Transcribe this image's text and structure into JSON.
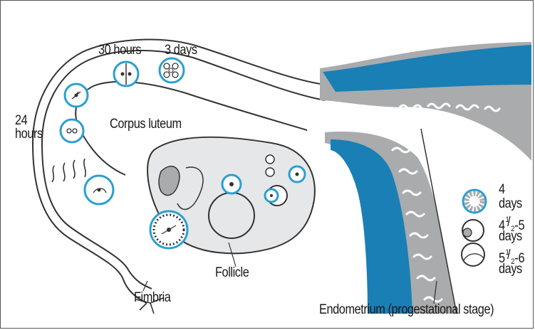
{
  "labels": {
    "hours30": "30 hours",
    "days3": "3 days",
    "hours24_a": "24",
    "hours24_b": "hours",
    "corpus_luteum": "Corpus luteum",
    "follicle": "Follicle",
    "fimbria": "Fimbria",
    "days4_a": "4",
    "days4_b": "days",
    "stage45_whole": "4",
    "stage45_num": "1",
    "stage45_den": "2",
    "stage45_rest": "-5",
    "stage45_b": "days",
    "stage56_whole": "5",
    "stage56_num": "1",
    "stage56_den": "2",
    "stage56_rest": "-6",
    "stage56_b": "days",
    "endometrium": "Endometrium (progestational stage)"
  },
  "colors": {
    "uterus_blue": "#1a7fb5",
    "wall_grey": "#a9abad",
    "ovary_fill": "#e6e7e8",
    "ring_blue": "#2a9fd0",
    "outline": "#333333"
  }
}
